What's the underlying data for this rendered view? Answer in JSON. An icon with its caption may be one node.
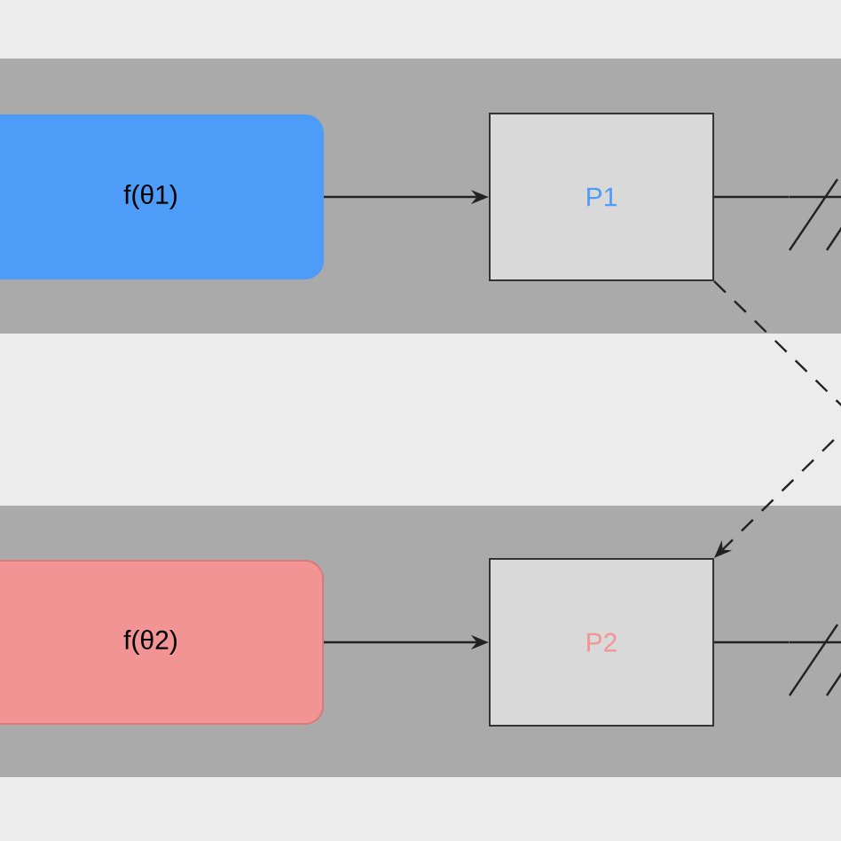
{
  "diagram": {
    "nodes": [
      {
        "text": [
          "f(θ1)"
        ]
      },
      {
        "text": [
          "P1"
        ]
      },
      {
        "text": [
          "f(θ2)"
        ]
      },
      {
        "text": [
          "P2"
        ]
      },
      {
        "text": [],
        "shape": "slash"
      },
      {
        "text": [],
        "shape": "slash"
      }
    ],
    "edges": [
      {
        "from": 0,
        "to": 1,
        "arrow": "to"
      },
      {
        "from": 1,
        "to": 4,
        "arrow": "none"
      },
      {
        "from": 1,
        "to": 3,
        "arrow": "to",
        "style": "dashed"
      },
      {
        "from": 2,
        "to": 3,
        "arrow": "to"
      },
      {
        "from": 3,
        "to": 5,
        "arrow": "none"
      }
    ]
  }
}
